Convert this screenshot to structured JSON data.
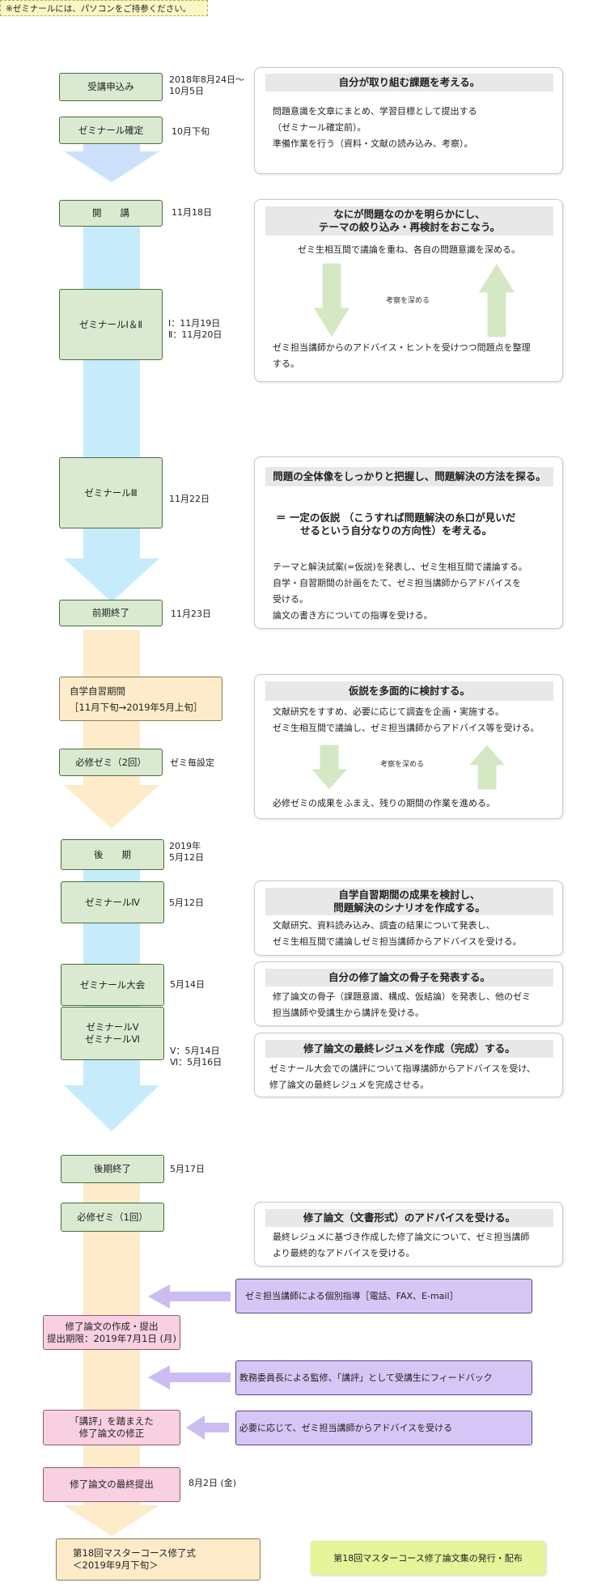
{
  "note": "※ゼミナールには、パソコンをご持参ください。",
  "steps": {
    "s1": "受講申込み",
    "s2": "ゼミナール確定",
    "s3": "開　　講",
    "s4": "ゼミナールⅠ＆Ⅱ",
    "s5": "ゼミナールⅢ",
    "s6": "前期終了",
    "s7a": "自学自習期間",
    "s7b": "［11月下旬→2019年5月上旬］",
    "s8": "必修ゼミ（2回）",
    "s9": "後　　期",
    "s10": "ゼミナールⅣ",
    "s11": "ゼミナール大会",
    "s12a": "ゼミナールⅤ",
    "s12b": "ゼミナールⅥ",
    "s13": "後期終了",
    "s14": "必修ゼミ（1回）",
    "s15a": "修了論文の作成・提出",
    "s15b": "提出期限：2019年7月1日 (月)",
    "s16a": "「講評」を踏まえた",
    "s16b": "修了論文の修正",
    "s17": "修了論文の最終提出",
    "s18a": "第18回マスターコース修了式",
    "s18b": "＜2019年9月下旬＞",
    "s19": "第18回マスターコース修了論文集の発行・配布"
  },
  "dates": {
    "d1a": "2018年8月24日〜",
    "d1b": "10月5日",
    "d2": "10月下旬",
    "d3": "11月18日",
    "d4a": "Ⅰ：11月19日",
    "d4b": "Ⅱ：11月20日",
    "d5": "11月22日",
    "d6": "11月23日",
    "d8": "ゼミ毎設定",
    "d9a": "2019年",
    "d9b": "5月12日",
    "d10": "5月12日",
    "d11": "5月14日",
    "d12a": "Ⅴ：5月14日",
    "d12b": "Ⅵ：5月16日",
    "d13": "5月17日",
    "d17": "8月2日 (金)"
  },
  "boxes": {
    "b1_title": "自分が取り組む課題を考える。",
    "b1_l1": "問題意識を文章にまとめ、学習目標として提出する",
    "b1_l2": "（ゼミナール確定前）。",
    "b1_l3": "準備作業を行う（資料・文献の読み込み、考察）。",
    "b2_t1": "なにが問題なのかを明らかにし、",
    "b2_t2": "テーマの絞り込み・再検討をおこなう。",
    "b2_l1": "ゼミ生相互間で議論を重ね、各自の問題意識を深める。",
    "b2_mid": "考察を深める",
    "b2_l2": "ゼミ担当講師からのアドバイス・ヒントを受けつつ問題点を整理",
    "b2_l3": "する。",
    "b3_title": "問題の全体像をしっかりと把握し、問題解決の方法を探る。",
    "b3_s1": "＝ 一定の仮説 （こうすれば問題解決の糸口が見いだ",
    "b3_s2": "せるという自分なりの方向性）を考える。",
    "b3_l1": "テーマと解決試案(=仮説)を発表し、ゼミ生相互間で議論する。",
    "b3_l2": "自学・自習期間の計画をたて、ゼミ担当講師からアドバイスを",
    "b3_l3": "受ける。",
    "b3_l4": "論文の書き方についての指導を受ける。",
    "b4_title": "仮説を多面的に検討する。",
    "b4_l1": "文献研究をすすめ、必要に応じて調査を企画・実施する。",
    "b4_l2": "ゼミ生相互間で議論し、ゼミ担当講師からアドバイス等を受ける。",
    "b4_mid": "考察を深める",
    "b4_l3": "必修ゼミの成果をふまえ、残りの期間の作業を進める。",
    "b5_t1": "自学自習期間の成果を検討し、",
    "b5_t2": "問題解決のシナリオを作成する。",
    "b5_l1": "文献研究、資料読み込み、調査の結果について発表し、",
    "b5_l2": "ゼミ生相互間で議論しゼミ担当講師からアドバイスを受ける。",
    "b6_title": "自分の修了論文の骨子を発表する。",
    "b6_l1": "修了論文の骨子（課題意識、構成、仮結論）を発表し、他のゼミ",
    "b6_l2": "担当講師や受講生から講評を受ける。",
    "b7_title": "修了論文の最終レジュメを作成（完成）する。",
    "b7_l1": "ゼミナール大会での講評について指導講師からアドバイスを受け、",
    "b7_l2": "修了論文の最終レジュメを完成させる。",
    "b8_title": "修了論文（文書形式）のアドバイスを受ける。",
    "b8_l1": "最終レジュメに基づき作成した修了論文について、ゼミ担当講師",
    "b8_l2": "より最終的なアドバイスを受ける。",
    "f1": "ゼミ担当講師による個別指導［電話、FAX、E-mail］",
    "f2": "教務委員長による監修、「講評」として受講生にフィードバック",
    "f3": "必要に応じて、ゼミ担当講師からアドバイスを受ける"
  },
  "colors": {
    "blue_flow": "#c6ecfb",
    "orange_flow": "#fdebc9",
    "green_step": "#d9ead0",
    "pink_step": "#f8d0e1",
    "lavender": "#d6c6f5",
    "lime": "#e6f49a"
  }
}
